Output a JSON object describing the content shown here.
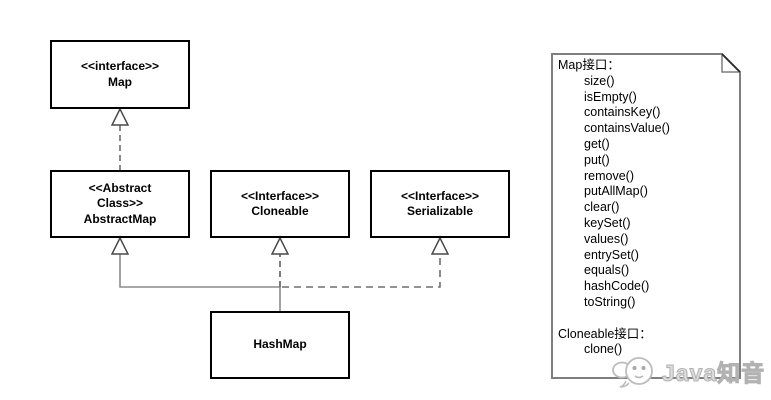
{
  "boxes": {
    "map": {
      "lines": [
        "<<interface>>",
        "Map"
      ]
    },
    "abstract_map": {
      "lines": [
        "<<Abstract",
        "Class>>",
        "AbstractMap"
      ]
    },
    "cloneable": {
      "lines": [
        "<<Interface>>",
        "Cloneable"
      ]
    },
    "serializable": {
      "lines": [
        "<<Interface>>",
        "Serializable"
      ]
    },
    "hashmap": {
      "lines": [
        "HashMap"
      ]
    }
  },
  "relationships": [
    {
      "from": "AbstractMap",
      "to": "Map",
      "type": "realization",
      "line": "dashed",
      "arrow": "hollow-triangle"
    },
    {
      "from": "HashMap",
      "to": "AbstractMap",
      "type": "generalization",
      "line": "solid",
      "arrow": "hollow-triangle"
    },
    {
      "from": "HashMap",
      "to": "Cloneable",
      "type": "realization",
      "line": "dashed",
      "arrow": "hollow-triangle"
    },
    {
      "from": "HashMap",
      "to": "Serializable",
      "type": "realization",
      "line": "dashed",
      "arrow": "hollow-triangle"
    }
  ],
  "note": {
    "map_section": {
      "title": "Map接口：",
      "methods": [
        "size()",
        "isEmpty()",
        "containsKey()",
        "containsValue()",
        "get()",
        "put()",
        "remove()",
        "putAllMap()",
        "clear()",
        "keySet()",
        "values()",
        "entrySet()",
        "equals()",
        "hashCode()",
        "toString()"
      ]
    },
    "cloneable_section": {
      "title": "Cloneable接口：",
      "methods": [
        "clone()"
      ]
    }
  },
  "watermark": {
    "text": "Java知音",
    "icon": "chat-bubble-face-icon"
  },
  "colors": {
    "box_border": "#000000",
    "connector_gray": "#8c8c8c",
    "connector_dark": "#5a5a5a",
    "note_border": "#7f7f7f",
    "watermark_gray": "#b2b2b2"
  }
}
